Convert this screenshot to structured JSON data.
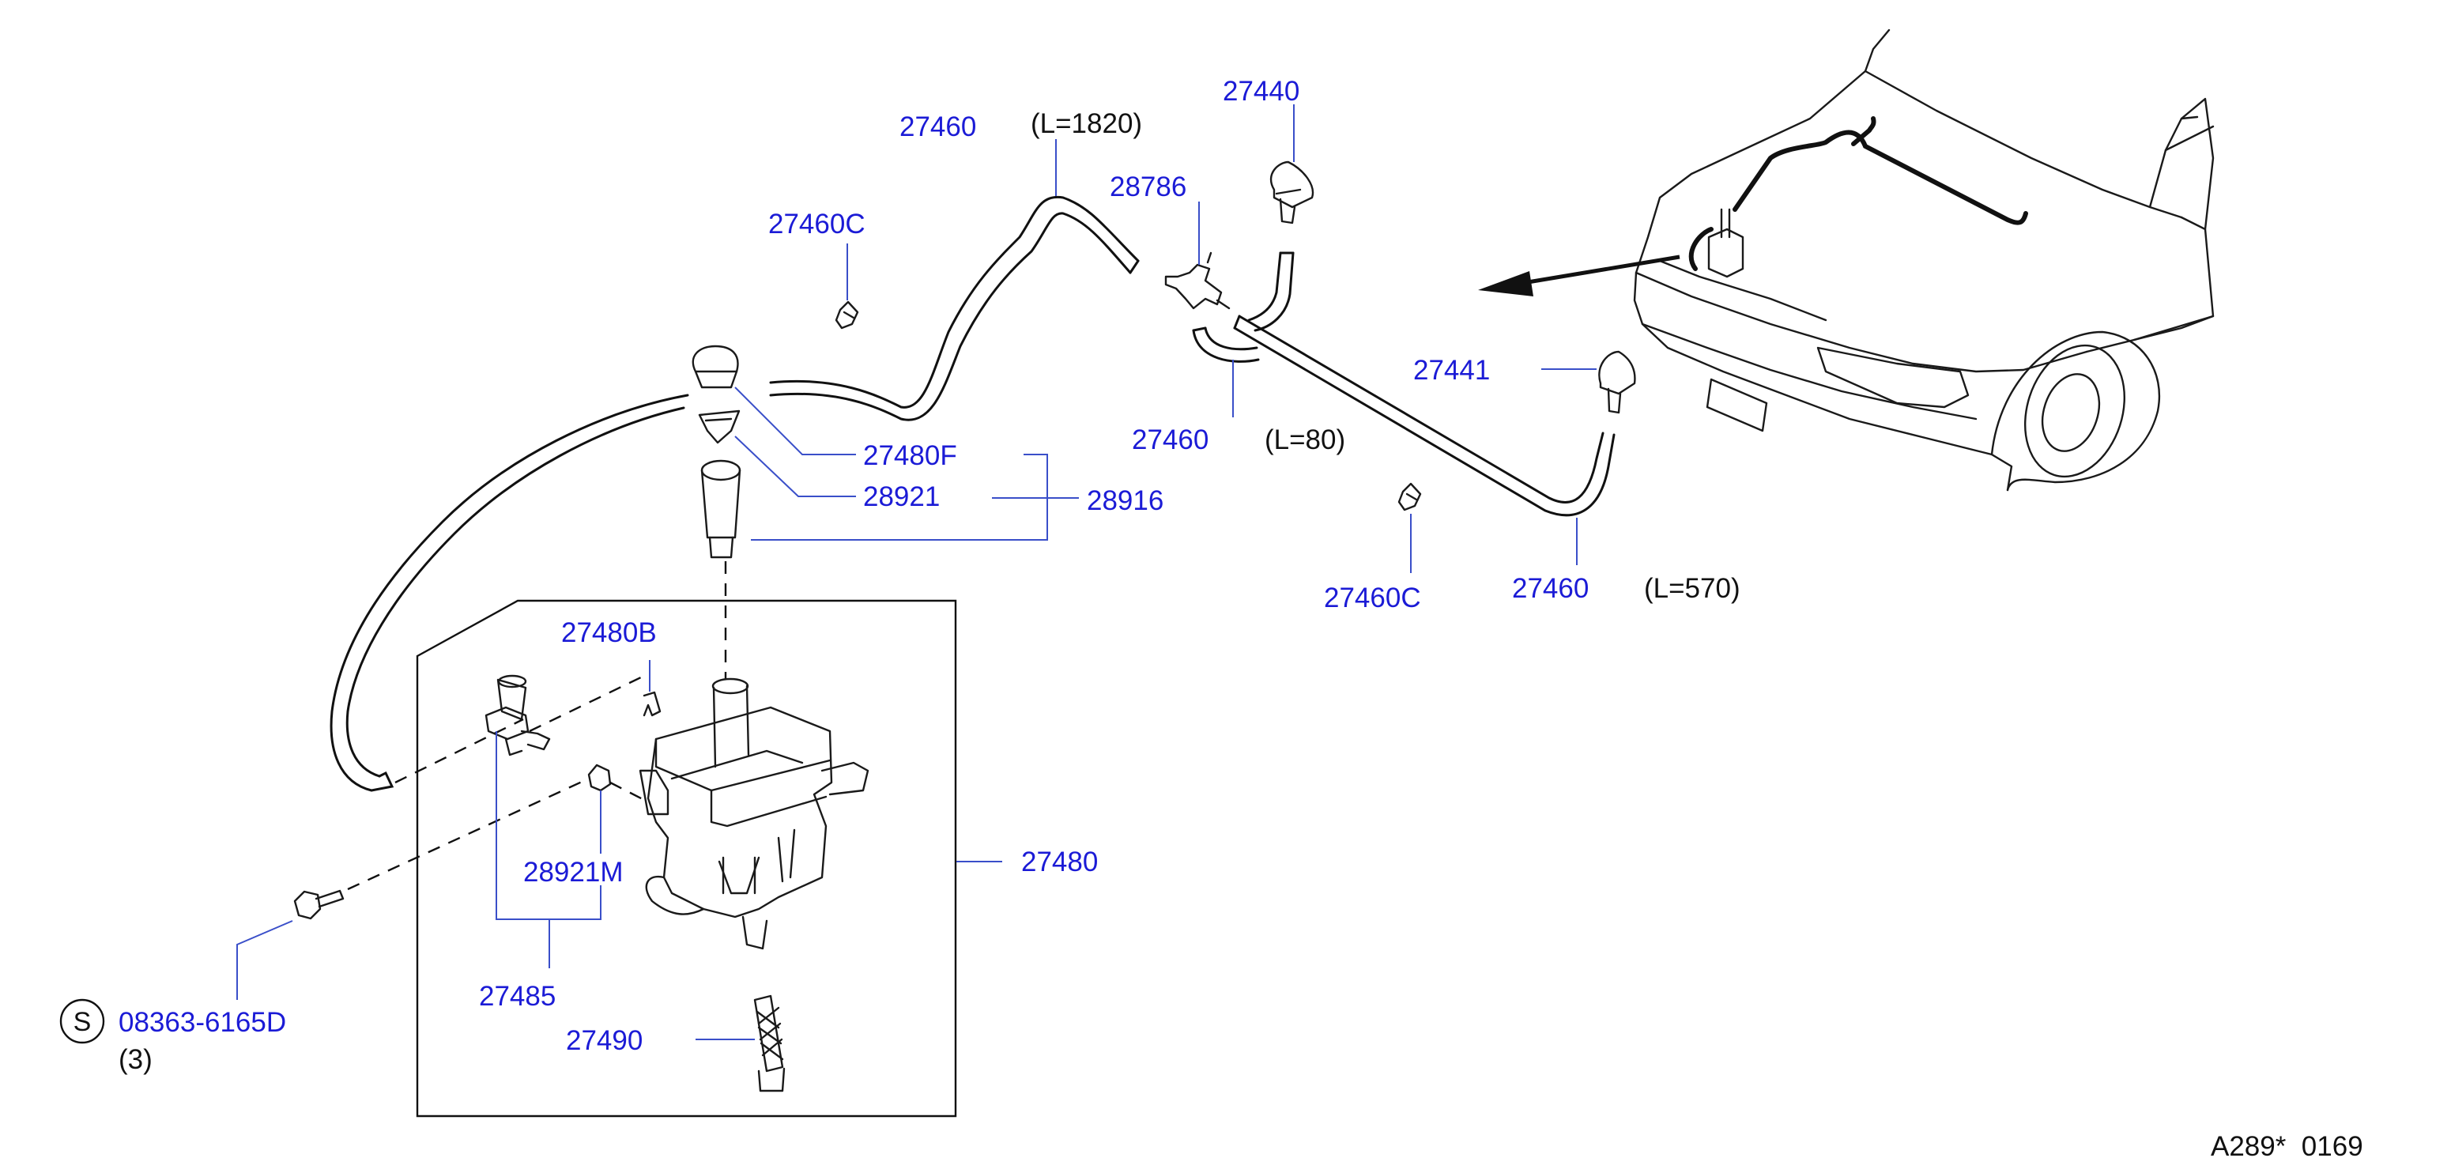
{
  "colors": {
    "callout": "#1b1bd6",
    "text": "#111111",
    "line": "#1a1a1a",
    "leader": "#3a4fc9"
  },
  "labels": {
    "p27460_top": "27460",
    "p27460_top_len": "(L=1820)",
    "p27440": "27440",
    "p28786": "28786",
    "p27460c_top": "27460C",
    "p27441": "27441",
    "p27460_mid": "27460",
    "p27460_mid_len": "(L=80)",
    "p27480f": "27480F",
    "p28921": "28921",
    "p28916": "28916",
    "p27460c_bottom": "27460C",
    "p27460_right": "27460",
    "p27460_right_len": "(L=570)",
    "p27480b": "27480B",
    "p27480": "27480",
    "p28921m": "28921M",
    "p27485": "27485",
    "p27490": "27490",
    "bolt_symbol": "S",
    "bolt_part": "08363-6165D",
    "bolt_qty": "(3)",
    "diagram_code": "A289*  0169"
  }
}
